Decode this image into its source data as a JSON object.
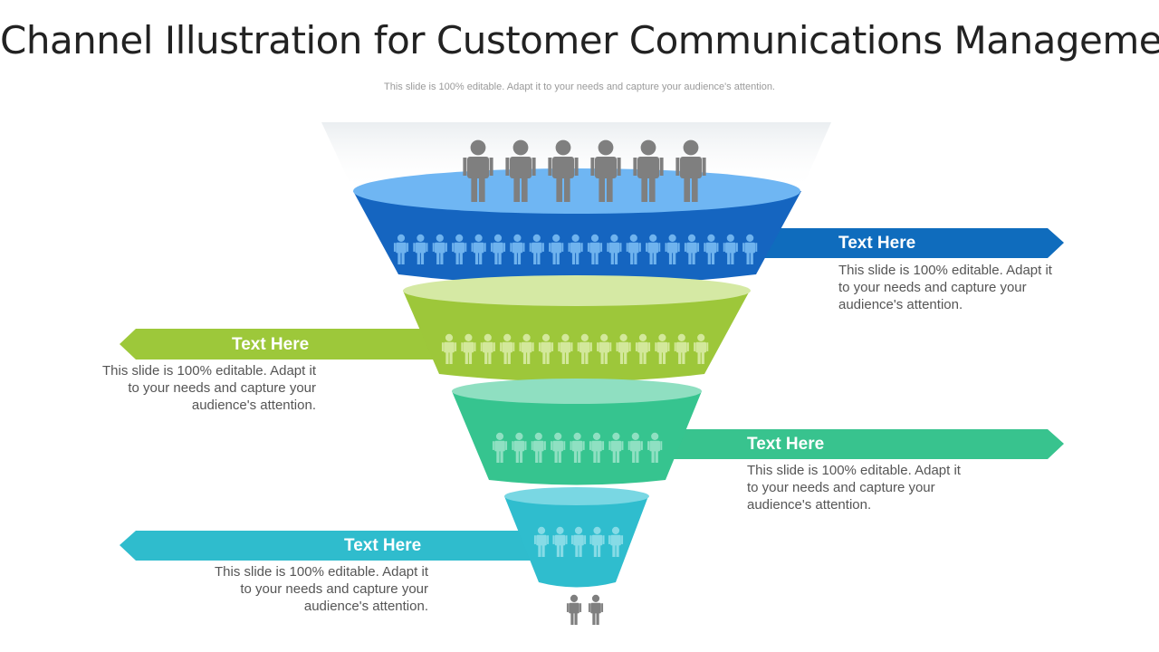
{
  "header": {
    "title": "Channel Illustration for Customer Communications Management",
    "subtitle": "This slide is 100% editable. Adapt it to your needs and capture your audience's attention."
  },
  "stages": [
    {
      "heading": "Text Here",
      "lines": [
        "This slide is 100% editable. Adapt it",
        "to your needs and capture your",
        "audience's attention."
      ],
      "side": "right",
      "color": "#1565c0",
      "arrow_color": "#0f6cbd",
      "top_color": "#6fb6f3",
      "icon_color": "#6fb3ee",
      "people_in_band": 19
    },
    {
      "heading": "Text Here",
      "lines": [
        "This slide is 100% editable. Adapt it",
        "to your needs and capture your",
        "audience's attention."
      ],
      "side": "left",
      "color": "#9dc73a",
      "arrow_color": "#9dc83a",
      "top_color": "#d5e9a4",
      "icon_color": "#d3e89b",
      "people_in_band": 14
    },
    {
      "heading": "Text Here",
      "lines": [
        "This slide is 100% editable. Adapt it",
        "to your needs and capture your",
        "audience's attention."
      ],
      "side": "right",
      "color": "#36c48f",
      "arrow_color": "#38c38e",
      "top_color": "#8fdfc1",
      "icon_color": "#8fe0c2",
      "people_in_band": 9
    },
    {
      "heading": "Text Here",
      "lines": [
        "This slide is 100% editable. Adapt it",
        "to your needs and capture your",
        "audience's attention."
      ],
      "side": "left",
      "color": "#2fbdce",
      "arrow_color": "#2fbccd",
      "top_color": "#79d7e3",
      "icon_color": "#86dbe6",
      "people_in_band": 5
    }
  ],
  "people_top_count": 6,
  "people_bottom_count": 2,
  "people_icon_color": "#7f7f7f",
  "icons": [
    "person-icon"
  ]
}
